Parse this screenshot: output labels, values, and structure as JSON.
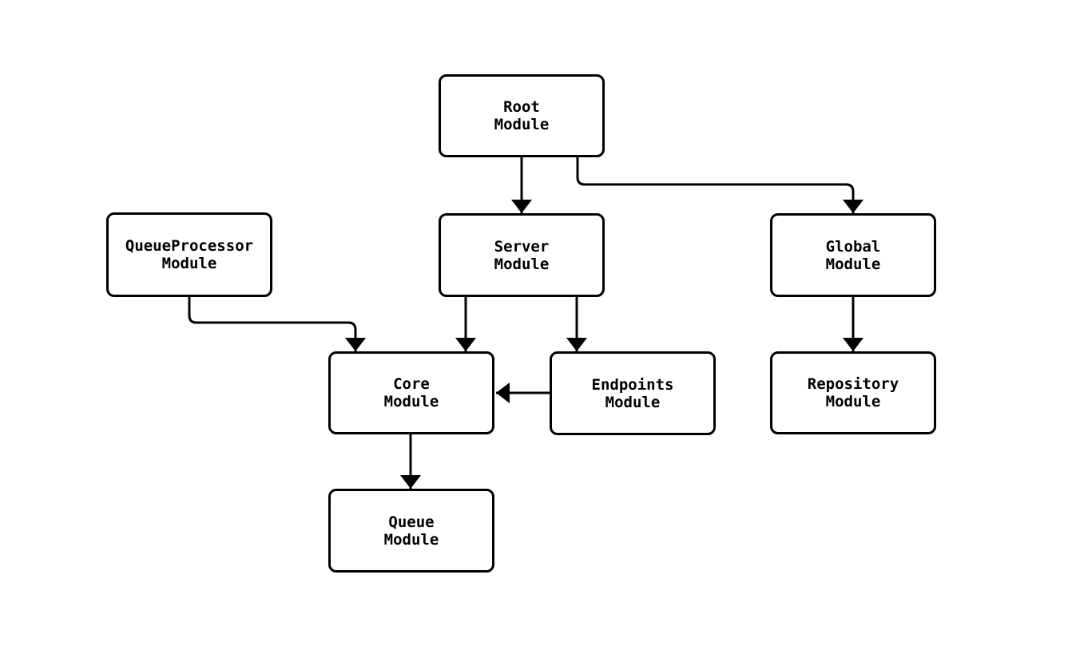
{
  "diagram_type": "module-dependency-graph",
  "colors": {
    "stroke": "#000000",
    "node_fill": "#ffffff",
    "background": "#ffffff",
    "text": "#000000"
  },
  "nodes": [
    {
      "id": "root",
      "label": "Root\nModule"
    },
    {
      "id": "queueprocessor",
      "label": "QueueProcessor\nModule"
    },
    {
      "id": "server",
      "label": "Server\nModule"
    },
    {
      "id": "global",
      "label": "Global\nModule"
    },
    {
      "id": "core",
      "label": "Core\nModule"
    },
    {
      "id": "endpoints",
      "label": "Endpoints\nModule"
    },
    {
      "id": "repository",
      "label": "Repository\nModule"
    },
    {
      "id": "queue",
      "label": "Queue\nModule"
    }
  ],
  "edges": [
    {
      "from": "root",
      "to": "server"
    },
    {
      "from": "root",
      "to": "global"
    },
    {
      "from": "queueprocessor",
      "to": "core"
    },
    {
      "from": "server",
      "to": "core"
    },
    {
      "from": "server",
      "to": "endpoints"
    },
    {
      "from": "endpoints",
      "to": "core"
    },
    {
      "from": "global",
      "to": "repository"
    },
    {
      "from": "core",
      "to": "queue"
    }
  ]
}
